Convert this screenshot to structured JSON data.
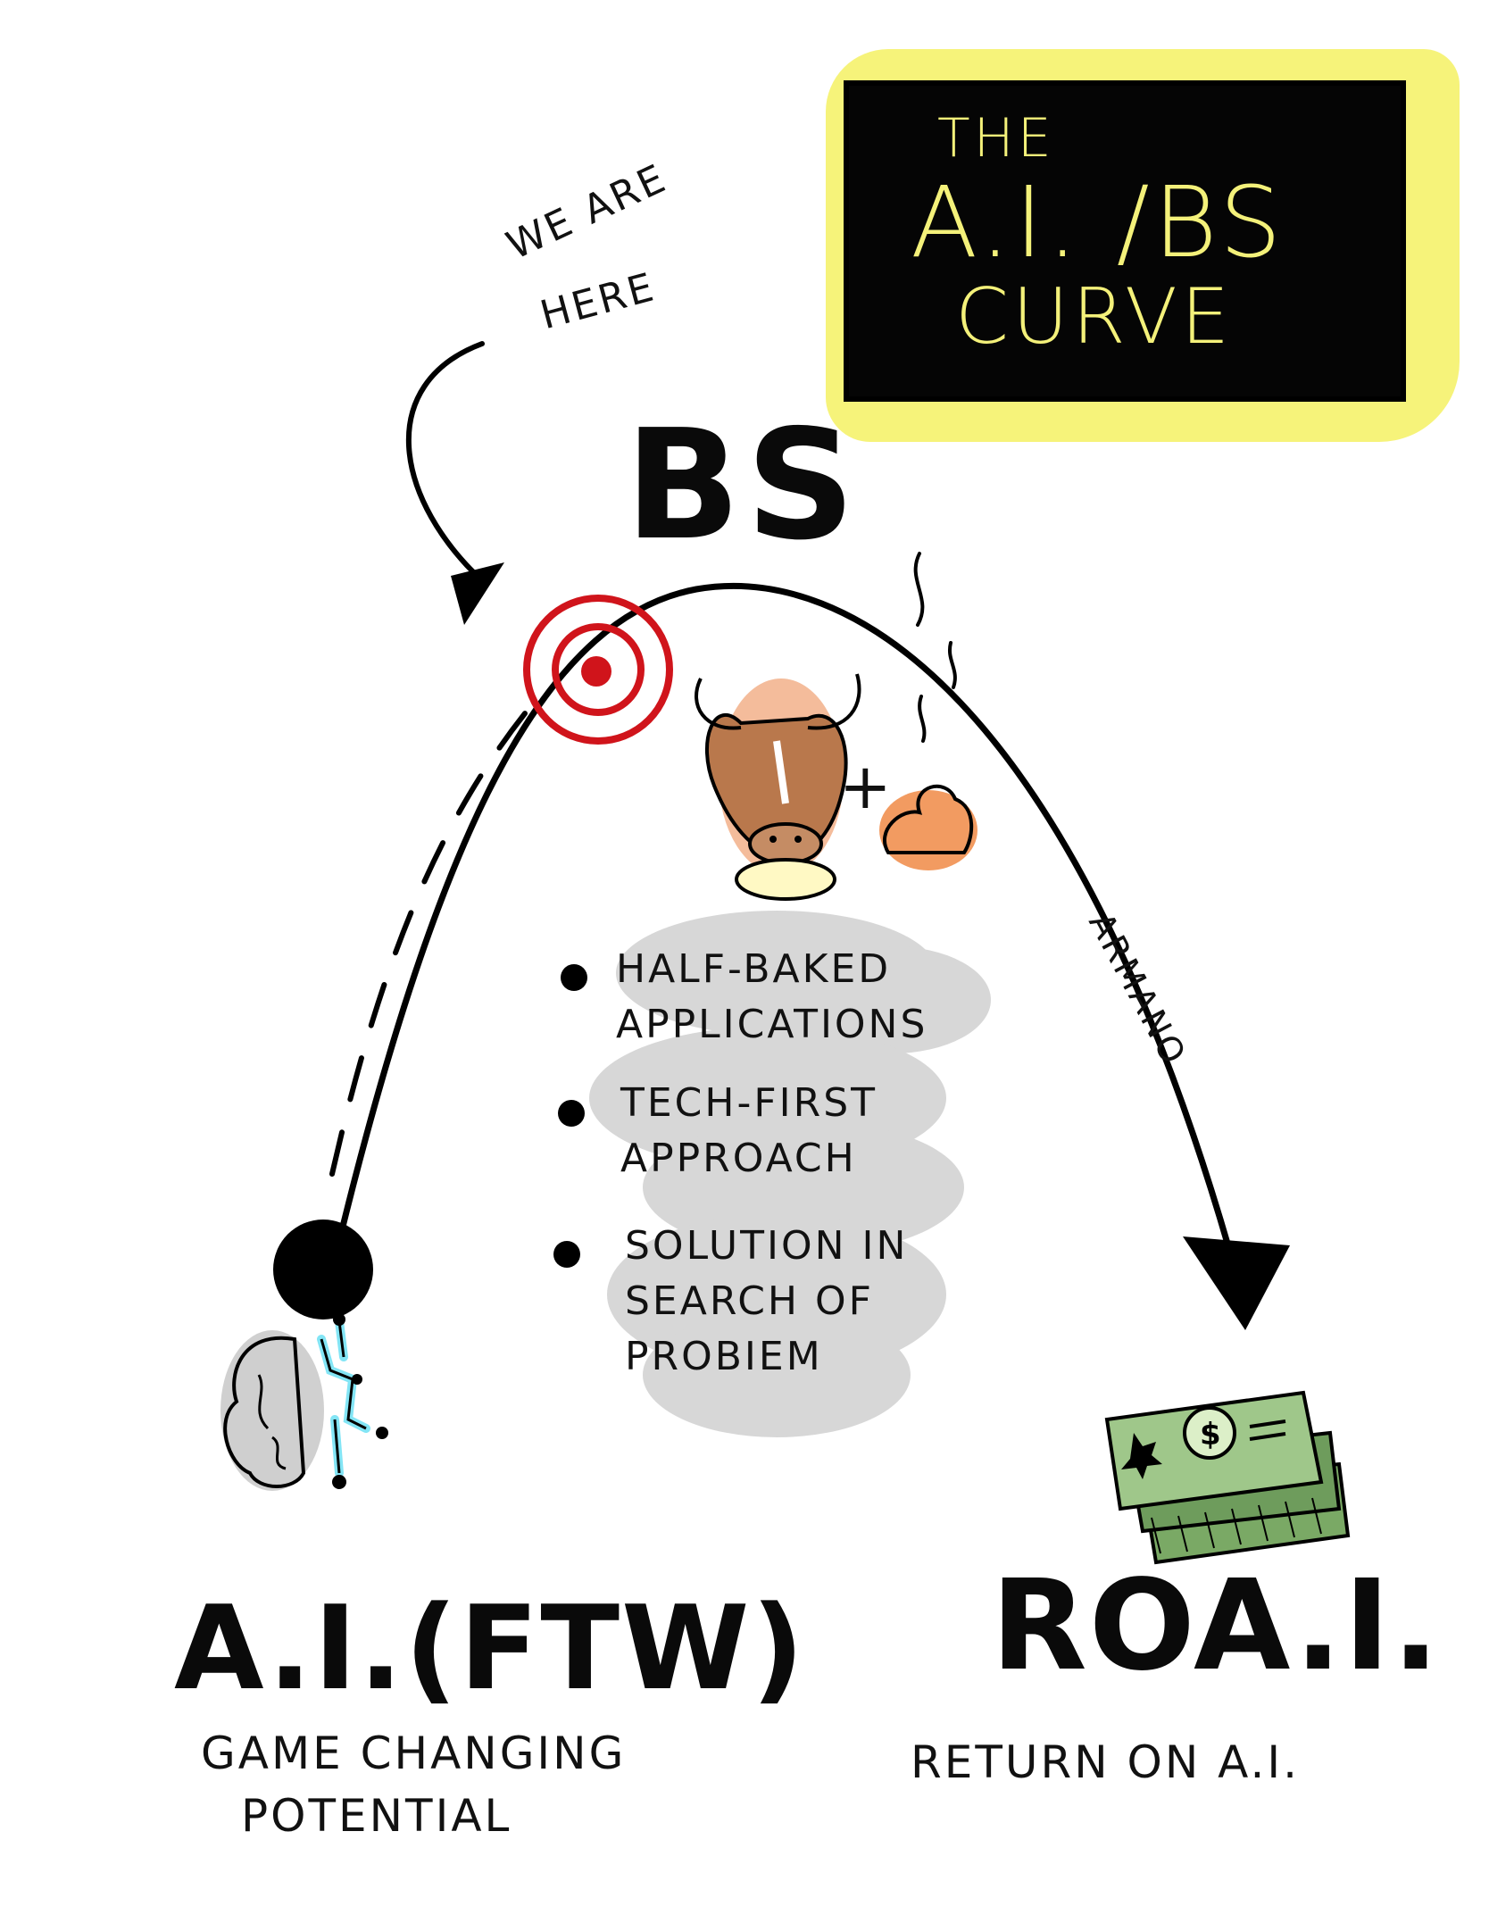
{
  "title": {
    "line1": "THE",
    "line2": "A.I. /BS",
    "line3": "CURVE"
  },
  "annotation": {
    "line1": "WE ARE",
    "line2": "HERE"
  },
  "peak_label": "BS",
  "plus_sign": "+",
  "signature": "ARMANO",
  "bullets": [
    {
      "line1": "HALF-BAKED",
      "line2": "APPLICATIONS",
      "line3": ""
    },
    {
      "line1": "TECH-FIRST",
      "line2": "APPROACH",
      "line3": ""
    },
    {
      "line1": "Solution IN",
      "line2": "SEARCH OF",
      "line3": "PROBIEM"
    }
  ],
  "left_label": {
    "title": "A.I.(FTW)",
    "line1": "GAME ChAnging",
    "line2": "POTENTIAL"
  },
  "right_label": {
    "title": "ROA.I.",
    "subtitle": "RETURN ON A.I."
  },
  "colors": {
    "board": "#050505",
    "highlight": "#f6f37a",
    "chalk": "#f4f17a",
    "target": "#d0141b",
    "cloud": "#d7d7d7",
    "money": "#6e9c5c",
    "bull": "#b56a3e",
    "poop": "#f08a45",
    "circuit": "#31d4f0"
  },
  "icons": {
    "target": "bullseye-icon",
    "bull": "bull-head-icon",
    "poop": "poop-icon",
    "brain": "brain-icon",
    "money": "money-stack-icon"
  }
}
